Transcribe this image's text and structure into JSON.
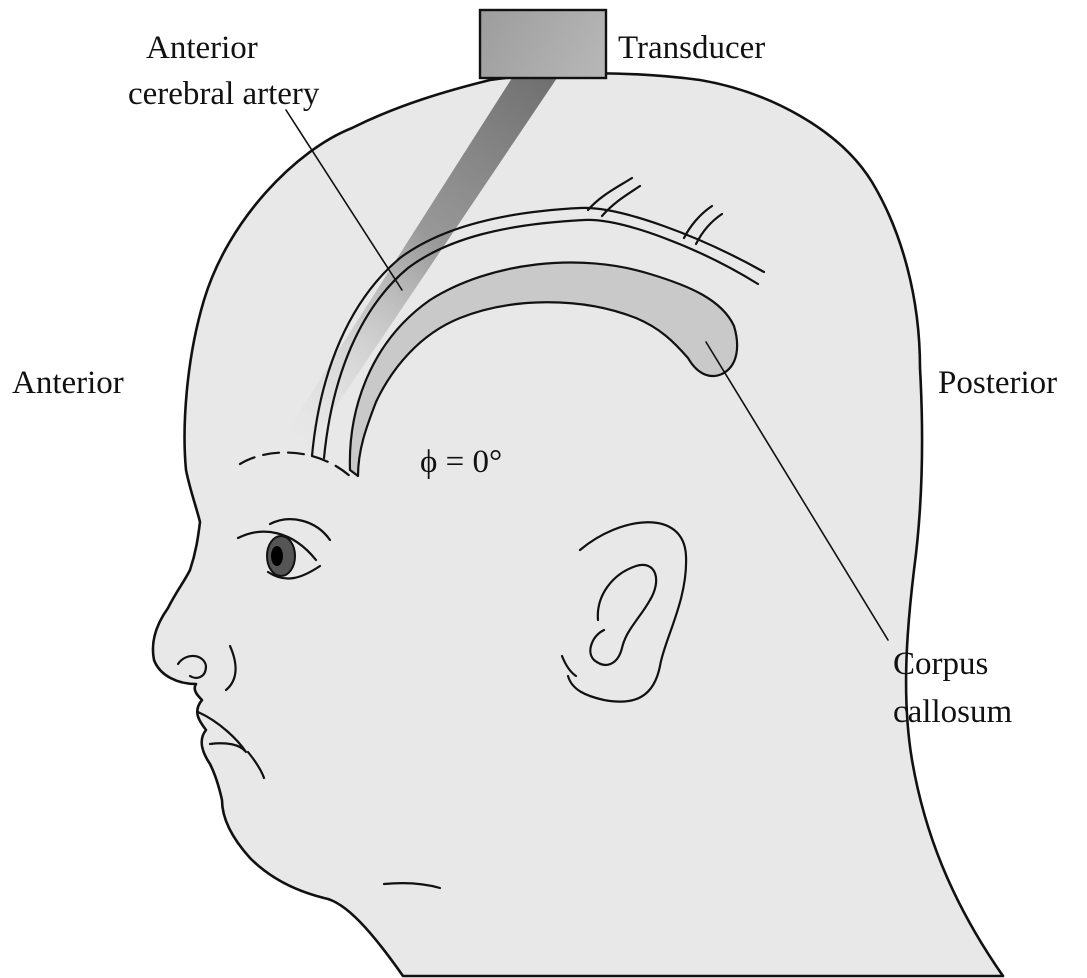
{
  "labels": {
    "anterior_artery_line1": "Anterior",
    "anterior_artery_line2": "cerebral artery",
    "transducer": "Transducer",
    "anterior": "Anterior",
    "posterior": "Posterior",
    "angle": "ϕ = 0°",
    "corpus_line1": "Corpus",
    "corpus_line2": "callosum"
  },
  "colors": {
    "head_fill": "#e8e8e8",
    "outline": "#111111",
    "corpus_fill": "#c9c9c9",
    "transducer_fill": "#a9a9a9",
    "beam": "#7a7a7a",
    "background": "#ffffff"
  }
}
